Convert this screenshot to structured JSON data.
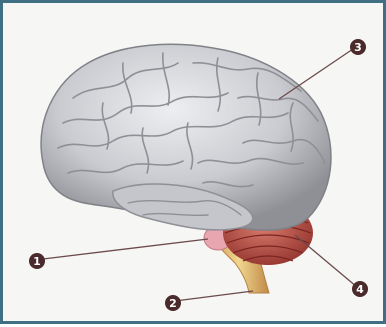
{
  "diagram": {
    "labels": [
      {
        "id": "1",
        "text": "1",
        "target": "brainstem-pons"
      },
      {
        "id": "2",
        "text": "2",
        "target": "spinal-cord-medulla"
      },
      {
        "id": "3",
        "text": "3",
        "target": "cerebrum"
      },
      {
        "id": "4",
        "text": "4",
        "target": "cerebellum"
      }
    ],
    "colors": {
      "frame": "#3f6f82",
      "cerebrum": "#c9cbd0",
      "cerebrum_shadow": "#8e9096",
      "cerebellum": "#b24a3f",
      "brainstem": "#d9b46c",
      "label_dot": "#4a2a2a",
      "leader_line": "#6b4a4a"
    }
  }
}
